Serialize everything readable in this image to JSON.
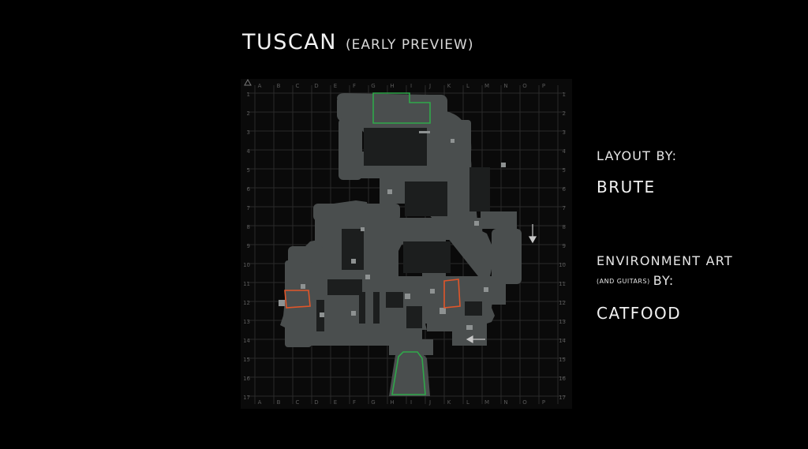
{
  "title": {
    "main": "TUSCAN",
    "sub": "(EARLY PREVIEW)"
  },
  "credits": {
    "layout_label": "LAYOUT BY:",
    "layout_name": "BRUTE",
    "env_label": "ENVIRONMENT ART",
    "env_sub": "(AND GUITARS)",
    "env_by": "BY:",
    "env_name": "CATFOOD"
  },
  "map": {
    "columns": [
      "A",
      "B",
      "C",
      "D",
      "E",
      "F",
      "G",
      "H",
      "I",
      "J",
      "K",
      "L",
      "M",
      "N",
      "O",
      "P"
    ],
    "rows": [
      "1",
      "2",
      "3",
      "4",
      "5",
      "6",
      "7",
      "8",
      "9",
      "10",
      "11",
      "12",
      "13",
      "14",
      "15",
      "16",
      "17"
    ],
    "corner_top_left_icon": "triangle-icon",
    "zones": {
      "spawn_color": "#2fa84a",
      "bombsite_color": "#e0562a"
    },
    "colors": {
      "floor": "#4a4e4e",
      "floor_dark": "#3e4242",
      "grid": "#2a2a2a",
      "labels": "#5a5a5a",
      "background": "#0a0a0a"
    }
  }
}
